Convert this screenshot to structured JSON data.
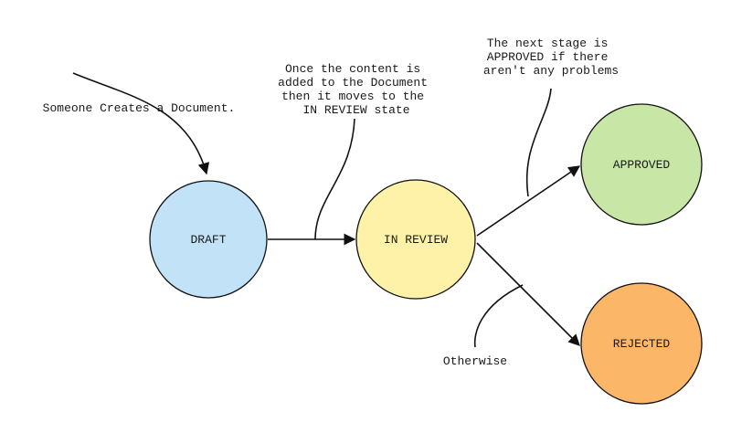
{
  "states": {
    "draft": {
      "label": "DRAFT",
      "color": "#c2e2f8"
    },
    "in_review": {
      "label": "IN REVIEW",
      "color": "#fdf2a7"
    },
    "approved": {
      "label": "APPROVED",
      "color": "#c8e7a6"
    },
    "rejected": {
      "label": "REJECTED",
      "color": "#fbb767"
    }
  },
  "notes": {
    "create": [
      "Someone Creates a Document."
    ],
    "in_review": [
      "Once the content is",
      "added to the Document",
      "then it moves to the",
      "IN REVIEW state"
    ],
    "approved": [
      "The next stage is",
      "APPROVED if there",
      "aren't any problems"
    ],
    "otherwise": [
      "Otherwise"
    ]
  }
}
